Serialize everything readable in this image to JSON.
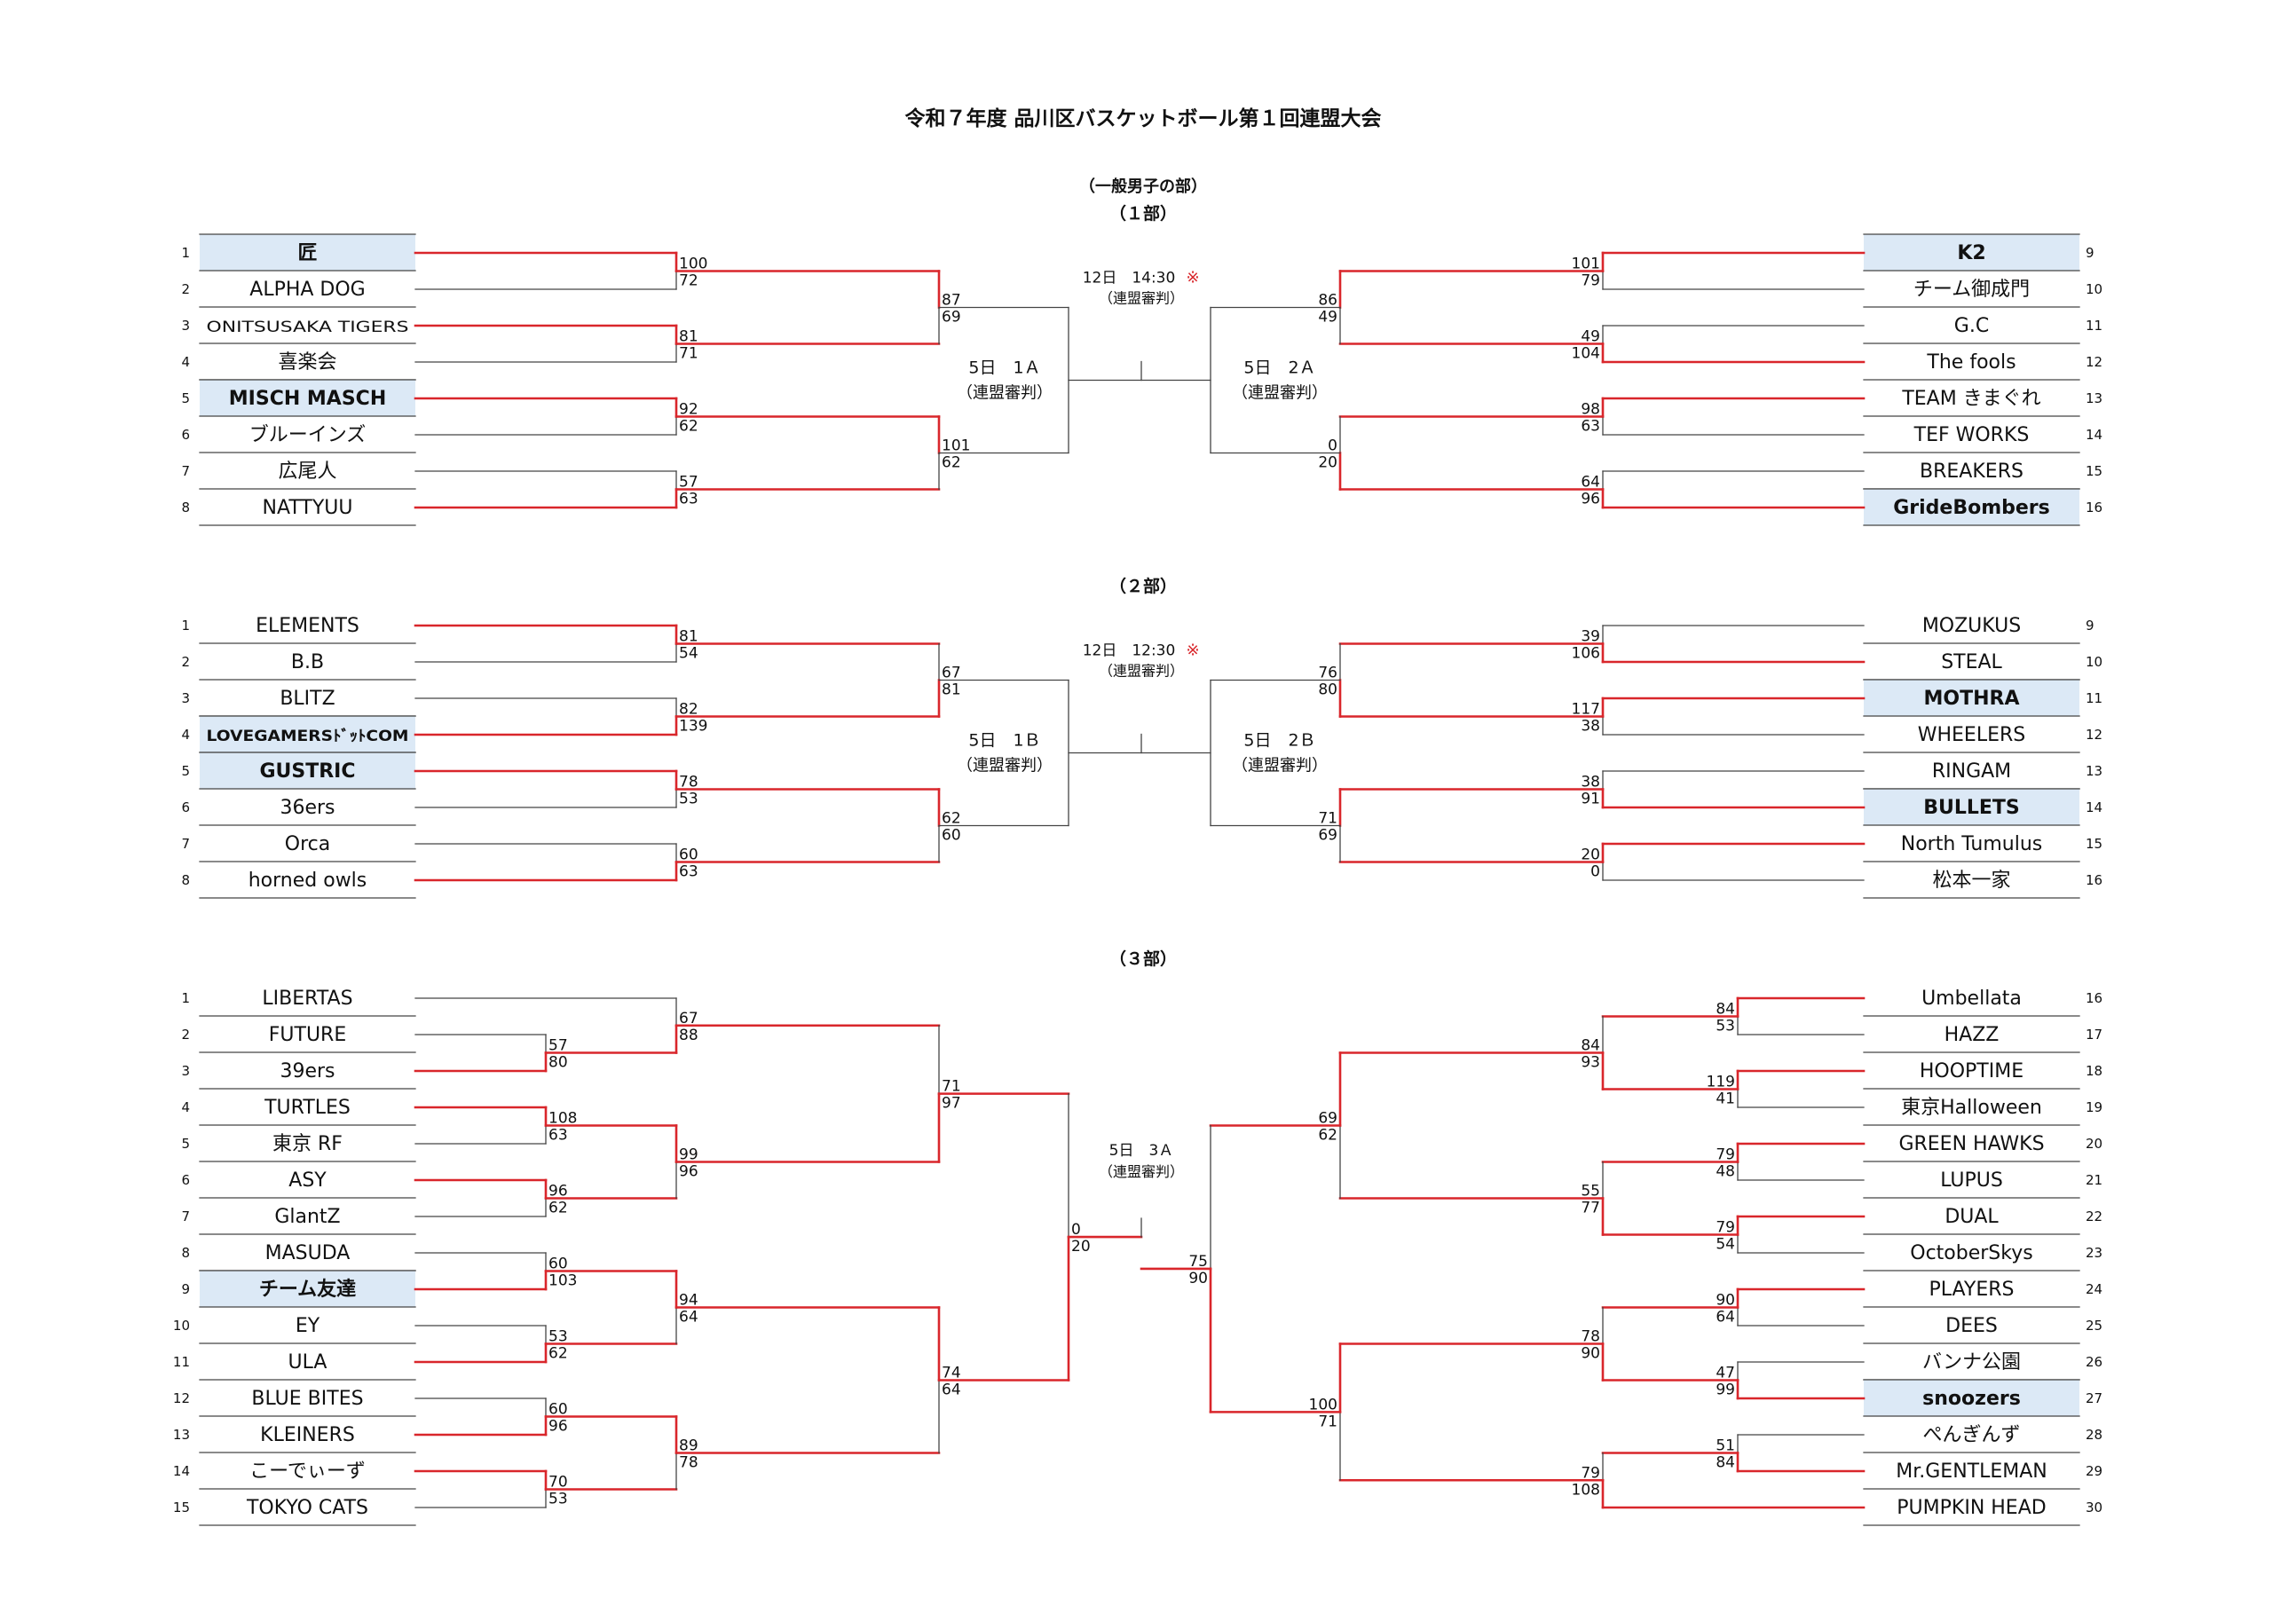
{
  "title": "令和７年度 品川区バスケットボール第１回連盟大会",
  "category": "（一般男子の部）",
  "divisions": [
    {
      "label": "（１部）",
      "left_teams": [
        {
          "num": "1",
          "name": "匠",
          "seed": true,
          "won": true
        },
        {
          "num": "2",
          "name": "ALPHA DOG",
          "seed": false,
          "won": false
        },
        {
          "num": "3",
          "name": "ONITSUSAKA TIGERS",
          "seed": false,
          "won": true
        },
        {
          "num": "4",
          "name": "喜楽会",
          "seed": false,
          "won": false
        },
        {
          "num": "5",
          "name": "MISCH MASCH",
          "seed": true,
          "won": true
        },
        {
          "num": "6",
          "name": "ブルーインズ",
          "seed": false,
          "won": false
        },
        {
          "num": "7",
          "name": "広尾人",
          "seed": false,
          "won": false
        },
        {
          "num": "8",
          "name": "NATTYUU",
          "seed": false,
          "won": true
        }
      ],
      "right_teams": [
        {
          "num": "9",
          "name": "K2",
          "seed": true,
          "won": true
        },
        {
          "num": "10",
          "name": "チーム御成門",
          "seed": false,
          "won": false
        },
        {
          "num": "11",
          "name": "G.C",
          "seed": false,
          "won": false
        },
        {
          "num": "12",
          "name": "The fools",
          "seed": false,
          "won": true
        },
        {
          "num": "13",
          "name": "TEAM きまぐれ",
          "seed": false,
          "won": true
        },
        {
          "num": "14",
          "name": "TEF WORKS",
          "seed": false,
          "won": false
        },
        {
          "num": "15",
          "name": "BREAKERS",
          "seed": false,
          "won": false
        },
        {
          "num": "16",
          "name": "GrideBombers",
          "seed": true,
          "won": true
        }
      ],
      "left_r1": [
        [
          "100",
          "72"
        ],
        [
          "81",
          "71"
        ],
        [
          "92",
          "62"
        ],
        [
          "57",
          "63"
        ]
      ],
      "left_r2": [
        [
          "87",
          "69"
        ],
        [
          "101",
          "62"
        ]
      ],
      "right_r1": [
        [
          "101",
          "79"
        ],
        [
          "49",
          "104"
        ],
        [
          "98",
          "63"
        ],
        [
          "64",
          "96"
        ]
      ],
      "right_r2": [
        [
          "86",
          "49"
        ],
        [
          "0",
          "20"
        ]
      ],
      "left_game": [
        "5日　1Ａ",
        "（連盟審判）"
      ],
      "right_game": [
        "5日　2Ａ",
        "（連盟審判）"
      ],
      "final_time": "12日　14:30",
      "final_mark": "※",
      "final_ref": "（連盟審判）"
    },
    {
      "label": "（２部）",
      "left_teams": [
        {
          "num": "1",
          "name": "ELEMENTS",
          "seed": false,
          "won": true
        },
        {
          "num": "2",
          "name": "B.B",
          "seed": false,
          "won": false
        },
        {
          "num": "3",
          "name": "BLITZ",
          "seed": false,
          "won": false
        },
        {
          "num": "4",
          "name": "LOVEGAMERSﾄﾞｯﾄCOM",
          "seed": true,
          "won": true
        },
        {
          "num": "5",
          "name": "GUSTRIC",
          "seed": true,
          "won": true
        },
        {
          "num": "6",
          "name": "36ers",
          "seed": false,
          "won": false
        },
        {
          "num": "7",
          "name": "Orca",
          "seed": false,
          "won": false
        },
        {
          "num": "8",
          "name": "horned owls",
          "seed": false,
          "won": true
        }
      ],
      "right_teams": [
        {
          "num": "9",
          "name": "MOZUKUS",
          "seed": false,
          "won": false
        },
        {
          "num": "10",
          "name": "STEAL",
          "seed": false,
          "won": true
        },
        {
          "num": "11",
          "name": "MOTHRA",
          "seed": true,
          "won": true
        },
        {
          "num": "12",
          "name": "WHEELERS",
          "seed": false,
          "won": false
        },
        {
          "num": "13",
          "name": "RINGAM",
          "seed": false,
          "won": false
        },
        {
          "num": "14",
          "name": "BULLETS",
          "seed": true,
          "won": true
        },
        {
          "num": "15",
          "name": "North Tumulus",
          "seed": false,
          "won": true
        },
        {
          "num": "16",
          "name": "松本一家",
          "seed": false,
          "won": false
        }
      ],
      "left_r1": [
        [
          "81",
          "54"
        ],
        [
          "82",
          "139"
        ],
        [
          "78",
          "53"
        ],
        [
          "60",
          "63"
        ]
      ],
      "left_r2": [
        [
          "67",
          "81"
        ],
        [
          "62",
          "60"
        ]
      ],
      "right_r1": [
        [
          "39",
          "106"
        ],
        [
          "117",
          "38"
        ],
        [
          "38",
          "91"
        ],
        [
          "20",
          "0"
        ]
      ],
      "right_r2": [
        [
          "76",
          "80"
        ],
        [
          "71",
          "69"
        ]
      ],
      "left_game": [
        "5日　1Ｂ",
        "（連盟審判）"
      ],
      "right_game": [
        "5日　2Ｂ",
        "（連盟審判）"
      ],
      "final_time": "12日　12:30",
      "final_mark": "※",
      "final_ref": "（連盟審判）"
    }
  ],
  "division3": {
    "label": "（３部）",
    "left_teams": [
      {
        "num": "1",
        "name": "LIBERTAS",
        "seed": false
      },
      {
        "num": "2",
        "name": "FUTURE",
        "seed": false
      },
      {
        "num": "3",
        "name": "39ers",
        "seed": false
      },
      {
        "num": "4",
        "name": "TURTLES",
        "seed": false
      },
      {
        "num": "5",
        "name": "東京 RF",
        "seed": false
      },
      {
        "num": "6",
        "name": "ASY",
        "seed": false
      },
      {
        "num": "7",
        "name": "GlantZ",
        "seed": false
      },
      {
        "num": "8",
        "name": "MASUDA",
        "seed": false
      },
      {
        "num": "9",
        "name": "チーム友達",
        "seed": true
      },
      {
        "num": "10",
        "name": "EY",
        "seed": false
      },
      {
        "num": "11",
        "name": "ULA",
        "seed": false
      },
      {
        "num": "12",
        "name": "BLUE BITES",
        "seed": false
      },
      {
        "num": "13",
        "name": "KLEINERS",
        "seed": false
      },
      {
        "num": "14",
        "name": "こーでぃーず",
        "seed": false
      },
      {
        "num": "15",
        "name": "TOKYO CATS",
        "seed": false
      }
    ],
    "right_teams": [
      {
        "num": "16",
        "name": "Umbellata",
        "seed": false
      },
      {
        "num": "17",
        "name": "HAZZ",
        "seed": false
      },
      {
        "num": "18",
        "name": "HOOPTIME",
        "seed": false
      },
      {
        "num": "19",
        "name": "東京Halloween",
        "seed": false
      },
      {
        "num": "20",
        "name": "GREEN HAWKS",
        "seed": false
      },
      {
        "num": "21",
        "name": "LUPUS",
        "seed": false
      },
      {
        "num": "22",
        "name": "DUAL",
        "seed": false
      },
      {
        "num": "23",
        "name": "OctoberSkys",
        "seed": false
      },
      {
        "num": "24",
        "name": "PLAYERS",
        "seed": false
      },
      {
        "num": "25",
        "name": "DEES",
        "seed": false
      },
      {
        "num": "26",
        "name": "バンナ公園",
        "seed": false
      },
      {
        "num": "27",
        "name": "snoozers",
        "seed": true
      },
      {
        "num": "28",
        "name": "ぺんぎんず",
        "seed": false
      },
      {
        "num": "29",
        "name": "Mr.GENTLEMAN",
        "seed": false
      },
      {
        "num": "30",
        "name": "PUMPKIN HEAD",
        "seed": false
      }
    ],
    "left_scores": {
      "g2v3": [
        "57",
        "80"
      ],
      "g4v5": [
        "108",
        "63"
      ],
      "g6v7": [
        "96",
        "62"
      ],
      "g8v9": [
        "60",
        "103"
      ],
      "g10v11": [
        "53",
        "62"
      ],
      "g12v13": [
        "60",
        "96"
      ],
      "g14v15": [
        "70",
        "53"
      ],
      "r2a": [
        "67",
        "88"
      ],
      "r2b": [
        "99",
        "96"
      ],
      "r2c": [
        "94",
        "64"
      ],
      "r2d": [
        "89",
        "78"
      ],
      "r3a": [
        "71",
        "97"
      ],
      "r3b": [
        "74",
        "64"
      ],
      "semi": [
        "0",
        "20"
      ]
    },
    "right_scores": {
      "g16v17": [
        "84",
        "53"
      ],
      "g18v19": [
        "119",
        "41"
      ],
      "g20v21": [
        "79",
        "48"
      ],
      "g22v23": [
        "79",
        "54"
      ],
      "g24v25": [
        "90",
        "64"
      ],
      "g26v27": [
        "47",
        "99"
      ],
      "g28v29": [
        "51",
        "84"
      ],
      "r2a": [
        "84",
        "93"
      ],
      "r2b": [
        "55",
        "77"
      ],
      "r2c": [
        "78",
        "90"
      ],
      "r2d": [
        "79",
        "108"
      ],
      "r3a": [
        "69",
        "62"
      ],
      "r3b": [
        "100",
        "71"
      ],
      "semi": [
        "75",
        "90"
      ]
    },
    "final_game": [
      "5日　3Ａ",
      "（連盟審判）"
    ]
  },
  "colors": {
    "win_line": "#d9262b",
    "line": "#444444",
    "seed_fill": "#dce9f6",
    "text": "#111111",
    "mark": "#d9262b"
  }
}
